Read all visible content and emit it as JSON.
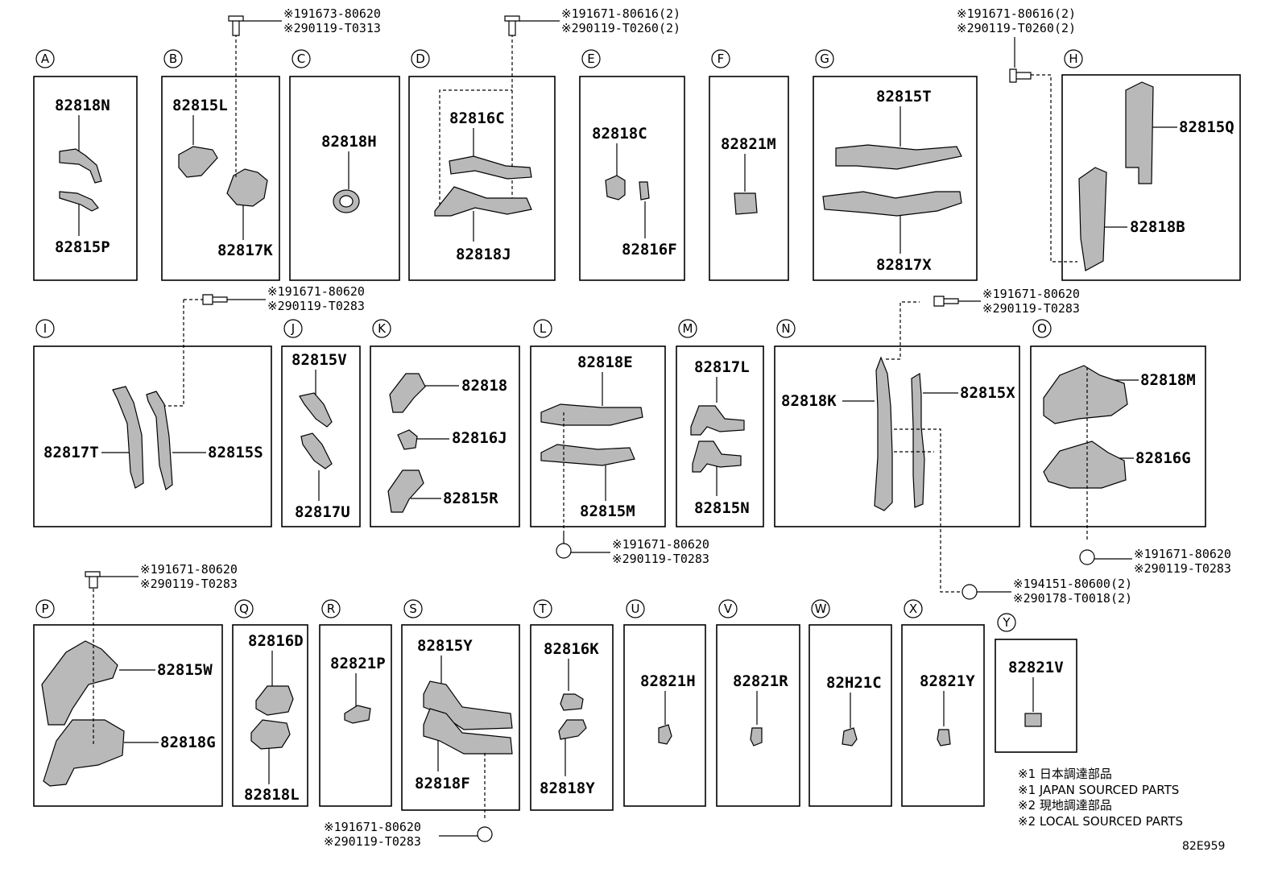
{
  "boxes": {
    "A": {
      "letter": "A",
      "parts": [
        "82818N",
        "82815P"
      ]
    },
    "B": {
      "letter": "B",
      "parts": [
        "82815L",
        "82817K"
      ]
    },
    "C": {
      "letter": "C",
      "parts": [
        "82818H"
      ]
    },
    "D": {
      "letter": "D",
      "parts": [
        "82816C",
        "82818J"
      ]
    },
    "E": {
      "letter": "E",
      "parts": [
        "82818C",
        "82816F"
      ]
    },
    "F": {
      "letter": "F",
      "parts": [
        "82821M"
      ]
    },
    "G": {
      "letter": "G",
      "parts": [
        "82815T",
        "82817X"
      ]
    },
    "H": {
      "letter": "H",
      "parts": [
        "82815Q",
        "82818B"
      ]
    },
    "I": {
      "letter": "I",
      "parts": [
        "82817T",
        "82815S"
      ]
    },
    "J": {
      "letter": "J",
      "parts": [
        "82815V",
        "82817U"
      ]
    },
    "K": {
      "letter": "K",
      "parts": [
        "82818",
        "82816J",
        "82815R"
      ]
    },
    "L": {
      "letter": "L",
      "parts": [
        "82818E",
        "82815M"
      ]
    },
    "M": {
      "letter": "M",
      "parts": [
        "82817L",
        "82815N"
      ]
    },
    "N": {
      "letter": "N",
      "parts": [
        "82818K",
        "82815X"
      ]
    },
    "O": {
      "letter": "O",
      "parts": [
        "82818M",
        "82816G"
      ]
    },
    "P": {
      "letter": "P",
      "parts": [
        "82815W",
        "82818G"
      ]
    },
    "Q": {
      "letter": "Q",
      "parts": [
        "82816D",
        "82818L"
      ]
    },
    "R": {
      "letter": "R",
      "parts": [
        "82821P"
      ]
    },
    "S": {
      "letter": "S",
      "parts": [
        "82815Y",
        "82818F"
      ]
    },
    "T": {
      "letter": "T",
      "parts": [
        "82816K",
        "82818Y"
      ]
    },
    "U": {
      "letter": "U",
      "parts": [
        "82821H"
      ]
    },
    "V": {
      "letter": "V",
      "parts": [
        "82821R"
      ]
    },
    "W": {
      "letter": "W",
      "parts": [
        "82H21C"
      ]
    },
    "X": {
      "letter": "X",
      "parts": [
        "82821Y"
      ]
    },
    "Y": {
      "letter": "Y",
      "parts": [
        "82821V"
      ]
    }
  },
  "fasteners": {
    "b": [
      "※191673-80620",
      "※290119-T0313"
    ],
    "d": [
      "※191671-80616(2)",
      "※290119-T0260(2)"
    ],
    "h": [
      "※191671-80616(2)",
      "※290119-T0260(2)"
    ],
    "i": [
      "※191671-80620",
      "※290119-T0283"
    ],
    "n": [
      "※191671-80620",
      "※290119-T0283"
    ],
    "l": [
      "※191671-80620",
      "※290119-T0283"
    ],
    "o": [
      "※191671-80620",
      "※290119-T0283"
    ],
    "nut": [
      "※194151-80600(2)",
      "※290178-T0018(2)"
    ],
    "p": [
      "※191671-80620",
      "※290119-T0283"
    ],
    "s": [
      "※191671-80620",
      "※290119-T0283"
    ]
  },
  "legend": [
    "※1 日本調達部品",
    "※1 JAPAN SOURCED PARTS",
    "※2 現地調達部品",
    "※2 LOCAL SOURCED PARTS"
  ],
  "reference": "82E959"
}
